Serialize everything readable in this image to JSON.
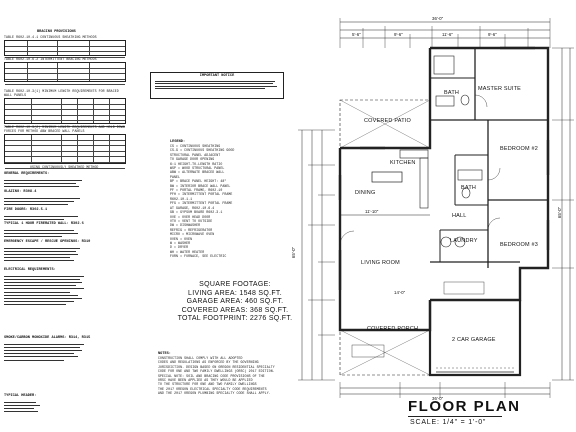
{
  "left_column": {
    "bracing_heading": "BRACING PROVISIONS",
    "table1_caption": "TABLE R602.10.4.1  CONTINUOUS SHEATHING METHODS",
    "table2_caption": "TABLE R602.10.6.2  INTERMITTENT BRACING METHODS",
    "table3_caption": "TABLE R602.10.3(1)  MINIMUM LENGTH REQUIREMENTS FOR BRACED WALL PANELS",
    "table4_caption": "TABLE R602.10.3(2)  MINIMUM LENGTH REQUIREMENTS AND HOLD DOWN FORCES FOR METHOD ABW BRACED WALL PANELS",
    "using_note": "USING CONTINUOUSLY SHEATHED METHOD",
    "general_heading": "GENERAL REQUIREMENTS:",
    "glazing_heading": "GLAZING: R308.4",
    "fire_doors_heading": "FIRE DOORS: R302.5.1",
    "typical_heading": "TYPICAL 1 HOUR FIRERATED WALL: R302.6",
    "egress_heading": "EMERGENCY ESCAPE / RESCUE OPENINGS: R310",
    "electrical_heading": "ELECTRICAL REQUIREMENTS:",
    "smoke_heading": "SMOKE/CARBON MONOXIDE ALARMS: R314, R315",
    "typical_header": "TYPICAL HEADER:"
  },
  "important_notice": {
    "heading": "IMPORTANT NOTICE"
  },
  "legend": {
    "heading": "LEGEND:",
    "items": [
      "CS = CONTINUOUS SHEATHING",
      "CS-G = CONTINUOUS SHEATHING GOOD",
      "STRUCTURAL PANEL ADJACENT",
      "TO GARAGE DOOR OPENING",
      "6:1 HEIGHT-TO-LENGTH RATIO",
      "WSP = WOOD STRUCTURAL PANEL",
      "ABW = ALTERNATE BRACED WALL",
      "PANEL",
      "BP = BRACE PANEL HEIGHT: 48\"",
      "BW = INTERIOR BRACE WALL PANEL",
      "PF = PORTAL FRAME, R602.10",
      "PFH = INTERMITTENT PORTAL FRAME",
      "R602.10.1.1",
      "PFG = INTERMITTENT PORTAL FRAME",
      "AT GARAGE, R602.10.6.4",
      "GB = GYPSUM BOARD R602.3.1",
      "OVE = OVER HEAD DOOR",
      "VTO = VENT TO OUTSIDE",
      "DW = DISHWASHER",
      "REFRIG = REFRIGERATOR",
      "MICRO = MICROWAVE OVEN",
      "OVEN = OVEN",
      "W = WASHER",
      "D = DRYER",
      "WH = WATER HEATER",
      "FURN = FURNACE, SEE ELECTRIC"
    ]
  },
  "square_footage": {
    "heading": "SQUARE FOOTAGE:",
    "living": "LIVING AREA: 1548 SQ.FT.",
    "garage": "GARAGE AREA: 460 SQ.FT.",
    "covered": "COVERED AREAS: 368 SQ.FT.",
    "total": "TOTAL FOOTPRINT: 2276 SQ.FT."
  },
  "notes": {
    "heading": "NOTES:",
    "lines": [
      "CONSTRUCTION SHALL COMPLY WITH ALL ADOPTED",
      "CODES AND REGULATIONS AS ENFORCED BY THE GOVERNING",
      "JURISDICTION. DESIGN BASED ON OREGON RESIDENTIAL SPECIALTY",
      "CODE FOR ONE AND TWO FAMILY DWELLINGS (ORSC) 2017 EDITION.",
      "SPECIAL NOTE: SOIL AND BRACING CODE PROVISIONS OF THE",
      "ORSC HAVE BEEN APPLIED AS THEY WOULD BE APPLIED",
      "TO THE STRUCTURE FOR ONE AND TWO FAMILY DWELLINGS",
      "THE 2017 OREGON ELECTRICAL SPECIALTY CODE REQUIREMENTS",
      "AND THE 2017 OREGON PLUMBING SPECIALTY CODE SHALL APPLY."
    ]
  },
  "rooms": {
    "master_suite": "MASTER SUITE",
    "bath_top": "BATH",
    "covered_patio": "COVERED PATIO",
    "kitchen": "KITCHEN",
    "dining": "DINING",
    "bath_mid": "BATH",
    "bedroom2": "BEDROOM #2",
    "hall": "HALL",
    "laundry": "LAUNDRY",
    "bedroom3": "BEDROOM #3",
    "living_room": "LIVING ROOM",
    "covered_porch": "COVERED PORCH",
    "garage": "2 CAR GARAGE"
  },
  "dimensions": {
    "top_overall": "36'-0\"",
    "top_a": "5'-6\"",
    "top_b": "9'-6\"",
    "top_c": "11'-6\"",
    "top_d": "9'-6\"",
    "left_overall": "65'-0\"",
    "bottom_overall": "36'-0\"",
    "right_overall": "65'-0\"",
    "interior_a": "11'-10\"",
    "interior_b": "14'-0\""
  },
  "title_block": {
    "title": "FLOOR PLAN",
    "scale": "SCALE: 1/4\" = 1'-0\""
  }
}
